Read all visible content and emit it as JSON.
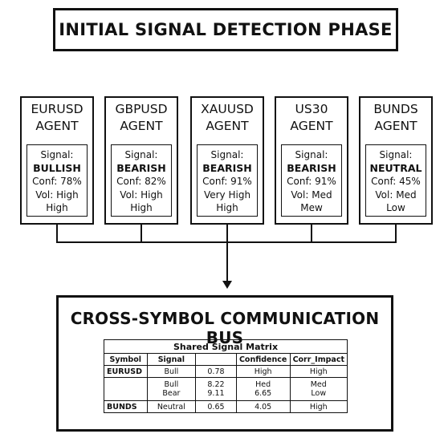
{
  "header": {
    "title": "INITIAL SIGNAL DETECTION PHASE"
  },
  "agents": [
    {
      "name_line1": "EURUSD",
      "name_line2": "AGENT",
      "signal_label": "Signal:",
      "signal": "BULLISH",
      "conf": "Conf: 78%",
      "vol_line1": "Vol: High",
      "vol_line2": "High"
    },
    {
      "name_line1": "GBPUSD",
      "name_line2": "AGENT",
      "signal_label": "Signal:",
      "signal": "BEARISH",
      "conf": "Conf: 82%",
      "vol_line1": "Vol: High",
      "vol_line2": "High"
    },
    {
      "name_line1": "XAUUSD",
      "name_line2": "AGENT",
      "signal_label": "Signal:",
      "signal": "BEARISH",
      "conf": "Conf: 91%",
      "vol_line1": "Very High",
      "vol_line2": "High"
    },
    {
      "name_line1": "US30",
      "name_line2": "AGENT",
      "signal_label": "Signal:",
      "signal": "BEARISH",
      "conf": "Conf: 91%",
      "vol_line1": "Vol: Med",
      "vol_line2": "Mew"
    },
    {
      "name_line1": "BUNDS",
      "name_line2": "AGENT",
      "signal_label": "Signal:",
      "signal": "NEUTRAL",
      "conf": "Conf: 45%",
      "vol_line1": "Vol: Med",
      "vol_line2": "Low"
    }
  ],
  "bus": {
    "title": "CROSS-SYMBOL COMMUNICATION BUS",
    "matrix": {
      "caption": "Shared Signal Matrix",
      "headers": [
        "Symbol",
        "Signal",
        "",
        "Confidence",
        "Corr_Impact"
      ],
      "rows": [
        {
          "symbol": "EURUSD",
          "signal": "Bull",
          "value": "0.78",
          "confidence": "High",
          "corr": "High"
        },
        {
          "symbol": "",
          "signal": "Bull\nBear",
          "value": "8.22\n9.11",
          "confidence": "Hed\n6.65",
          "corr": "Med\nLow"
        },
        {
          "symbol": "BUNDS",
          "signal": "Neutral",
          "value": "0.65",
          "confidence": "4.05",
          "corr": "High"
        }
      ]
    }
  }
}
